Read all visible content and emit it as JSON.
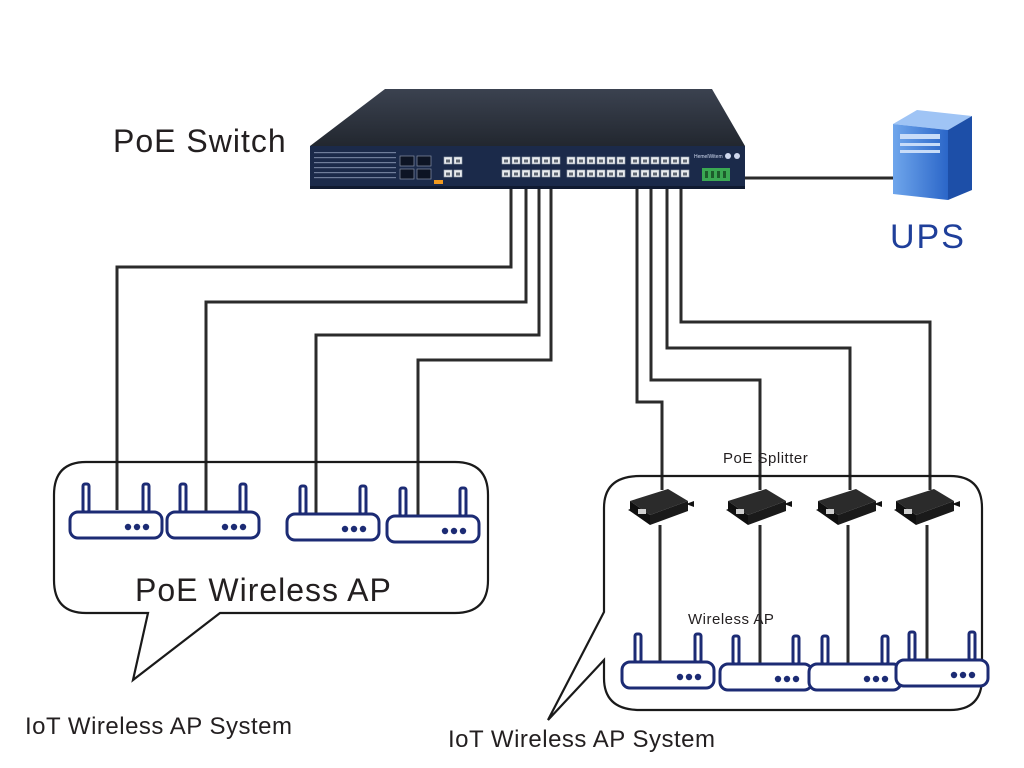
{
  "labels": {
    "poe_switch": "PoE Switch",
    "ups": "UPS",
    "poe_wireless_ap": "PoE Wireless AP",
    "poe_splitter": "PoE Splitter",
    "wireless_ap": "Wireless AP",
    "system_left": "IoT Wireless AP System",
    "system_right": "IoT Wireless AP System"
  },
  "switch_brand": "HemelWitem",
  "colors": {
    "switch_body": "#1b2a4a",
    "switch_top": "#2e3540",
    "ups_blue": "#2f6fd0",
    "ups_label": "#1f3f9a",
    "wire": "#2b2b2b",
    "port_led_orange": "#f29a1f",
    "terminal_green": "#3aa852"
  }
}
